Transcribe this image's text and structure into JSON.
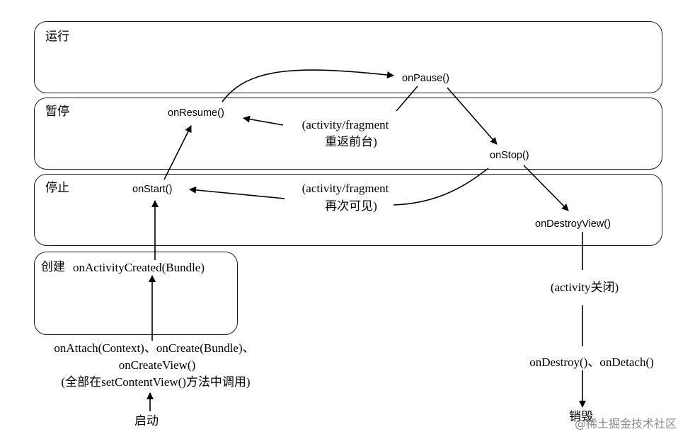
{
  "states": {
    "running": "运行",
    "paused": "暂停",
    "stopped": "停止",
    "created_prefix": "创建",
    "created_method": "onActivityCreated(Bundle)"
  },
  "callbacks": {
    "on_pause": "onPause()",
    "on_resume": "onResume()",
    "on_stop": "onStop()",
    "on_start": "onStart()",
    "on_destroy_view": "onDestroyView()"
  },
  "notes": {
    "return_front_line1": "(activity/fragment",
    "return_front_line2": "重返前台)",
    "visible_again_line1": "(activity/fragment",
    "visible_again_line2": "再次可见)",
    "activity_closed": "(activity关闭)",
    "init_line1": "onAttach(Context)、onCreate(Bundle)、",
    "init_line2": "onCreateView()",
    "init_line3": "(全部在setContentView()方法中调用)",
    "destroy_detach": "onDestroy()、onDetach()"
  },
  "endpoints": {
    "start": "启动",
    "destroyed": "销毁"
  },
  "watermark": "@稀土掘金技术社区"
}
